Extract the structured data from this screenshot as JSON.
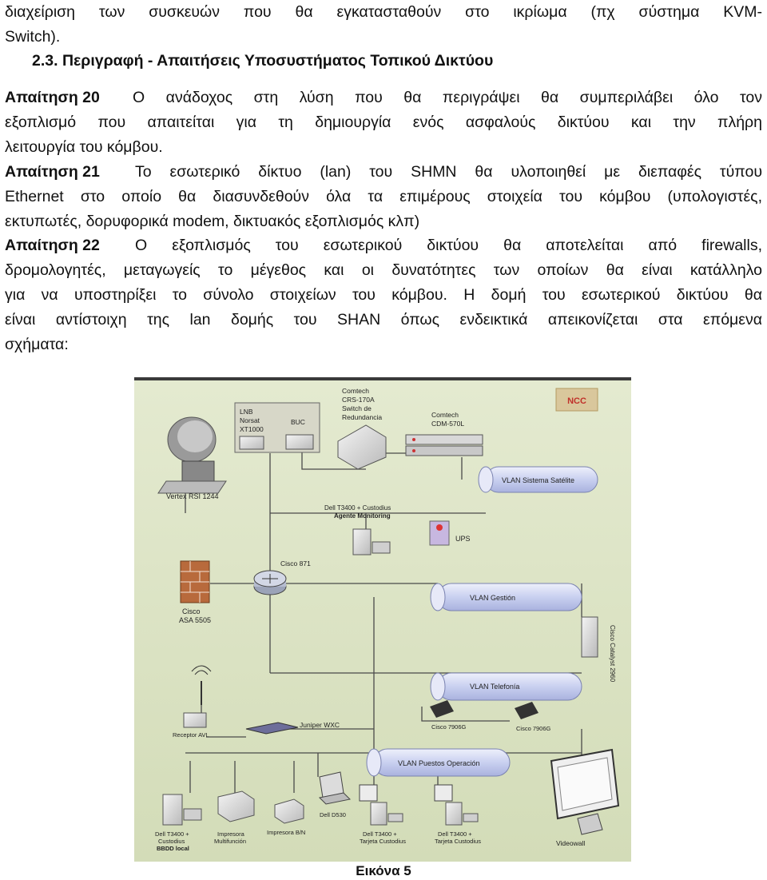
{
  "text_lines": {
    "l1": "διαχείριση των συσκευών που θα εγκατασταθούν στο ικρίωμα (πχ σύστημα KVM-",
    "l2": "Switch).",
    "heading": "2.3.  Περιγραφή - Απαιτήσεις Υποσυστήματος Τοπικού Δικτύου",
    "r20_label": "Απαίτηση 20",
    "r20_l1": "Ο ανάδοχος στη λύση που θα περιγράψει θα συμπεριλάβει όλο τον",
    "r20_l2": "εξοπλισμό που απαιτείται για τη δημιουργία ενός ασφαλούς δικτύου και την πλήρη",
    "r20_l3": "λειτουργία του κόμβου.",
    "r21_label": "Απαίτηση 21",
    "r21_l1": "Το εσωτερικό δίκτυο (lan) του SHMN θα υλοποιηθεί με διεπαφές τύπου",
    "r21_l2": "Ethernet στο οποίο θα διασυνδεθούν όλα τα επιμέρους στοιχεία του κόμβου (υπολογιστές,",
    "r21_l3": "εκτυπωτές, δορυφορικά modem, δικτυακός εξοπλισμός κλπ)",
    "r22_label": "Απαίτηση 22",
    "r22_l1": "Ο εξοπλισμός του εσωτερικού δικτύου θα αποτελείται από firewalls,",
    "r22_l2": "δρομολογητές, μεταγωγείς το μέγεθος και οι δυνατότητες των οποίων θα είναι κατάλληλο",
    "r22_l3": "για να υποστηρίξει το σύνολο στοιχείων του κόμβου. Η δομή του εσωτερικού δικτύου θα",
    "r22_l4": "είναι αντίστοιχη της lan δομής του SHAN όπως ενδεικτικά απεικονίζεται στα επόμενα",
    "r22_l5": "σχήματα:"
  },
  "diagram": {
    "ncc": "NCC",
    "lnb_l1": "LNB",
    "lnb_l2": "Norsat",
    "lnb_l3": "XT1000",
    "buc": "BUC",
    "comtech1_l1": "Comtech",
    "comtech1_l2": "CRS-170A",
    "comtech1_l3": "Switch de",
    "comtech1_l4": "Redundancia",
    "comtech2_l1": "Comtech",
    "comtech2_l2": "CDM-570L",
    "vertex": "Vertex RSI 1244",
    "vlan_sat": "VLAN Sistema Satélite",
    "dell_mon_l1": "Dell T3400 + Custodius",
    "dell_mon_l2": "Agente Monitoring",
    "ups": "UPS",
    "cisco871": "Cisco 871",
    "vlan_gestion": "VLAN Gestión",
    "asa_l1": "Cisco",
    "asa_l2": "ASA 5505",
    "catalyst": "Cisco Catalyst 2960",
    "vlan_tel": "VLAN Telefonía",
    "juniper": "Juniper WXC",
    "receptor": "Receptor AVL",
    "cisco7906_1": "Cisco 7906G",
    "cisco7906_2": "Cisco 7906G",
    "vlan_puestos": "VLAN Puestos Operación",
    "dell_bbdd_l1": "Dell T3400 +",
    "dell_bbdd_l2": "Custodius",
    "dell_bbdd_l3": "BBDD local",
    "imp_mf_l1": "Impresora",
    "imp_mf_l2": "Multifunción",
    "imp_bn": "Impresora B/N",
    "d530": "Dell D530",
    "dell_tarj1_l1": "Dell T3400 +",
    "dell_tarj1_l2": "Tarjeta Custodius",
    "dell_tarj2_l1": "Dell T3400 +",
    "dell_tarj2_l2": "Tarjeta Custodius",
    "videowall": "Videowall"
  },
  "caption": "Εικόνα 5",
  "colors": {
    "background": "#d9e2c0",
    "vlan_tube": "#cfd6f2",
    "ncc_box": "#d6c49a",
    "ncc_text": "#c0302a",
    "line": "#444444",
    "wall": "#b86a3c"
  }
}
